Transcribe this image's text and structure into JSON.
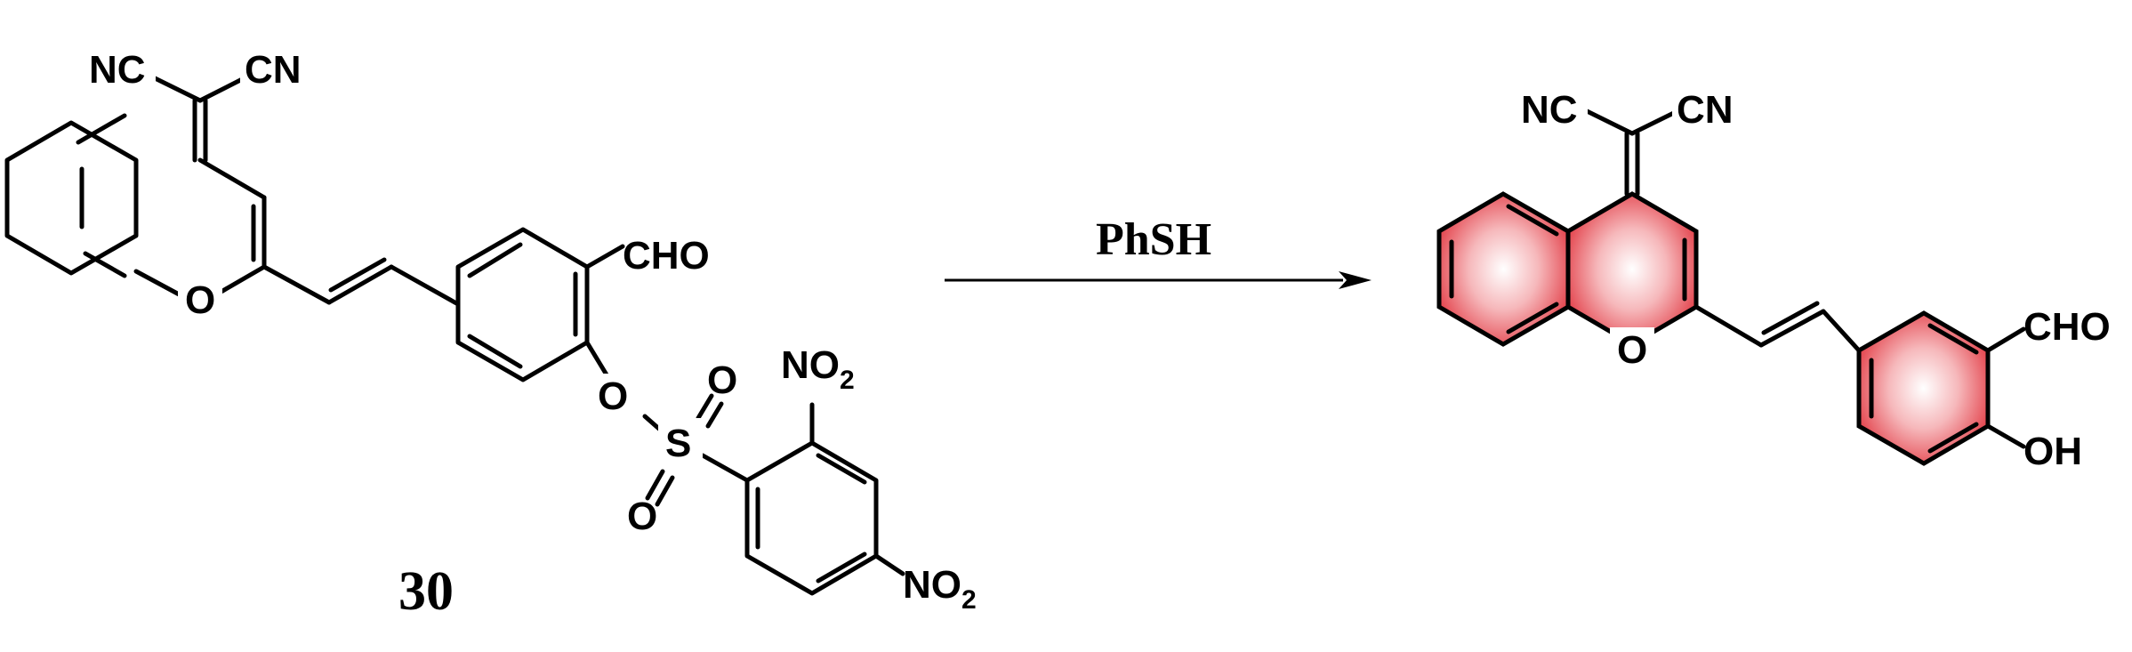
{
  "labels": {
    "nc": "NC",
    "cn": "CN",
    "cho": "CHO",
    "o": "O",
    "s": "S",
    "no": "NO",
    "two": "2",
    "oh": "OH"
  },
  "compound_number": "30",
  "reagent": "PhSH",
  "colors": {
    "highlight": "#e0303a",
    "bond": "#000000"
  }
}
